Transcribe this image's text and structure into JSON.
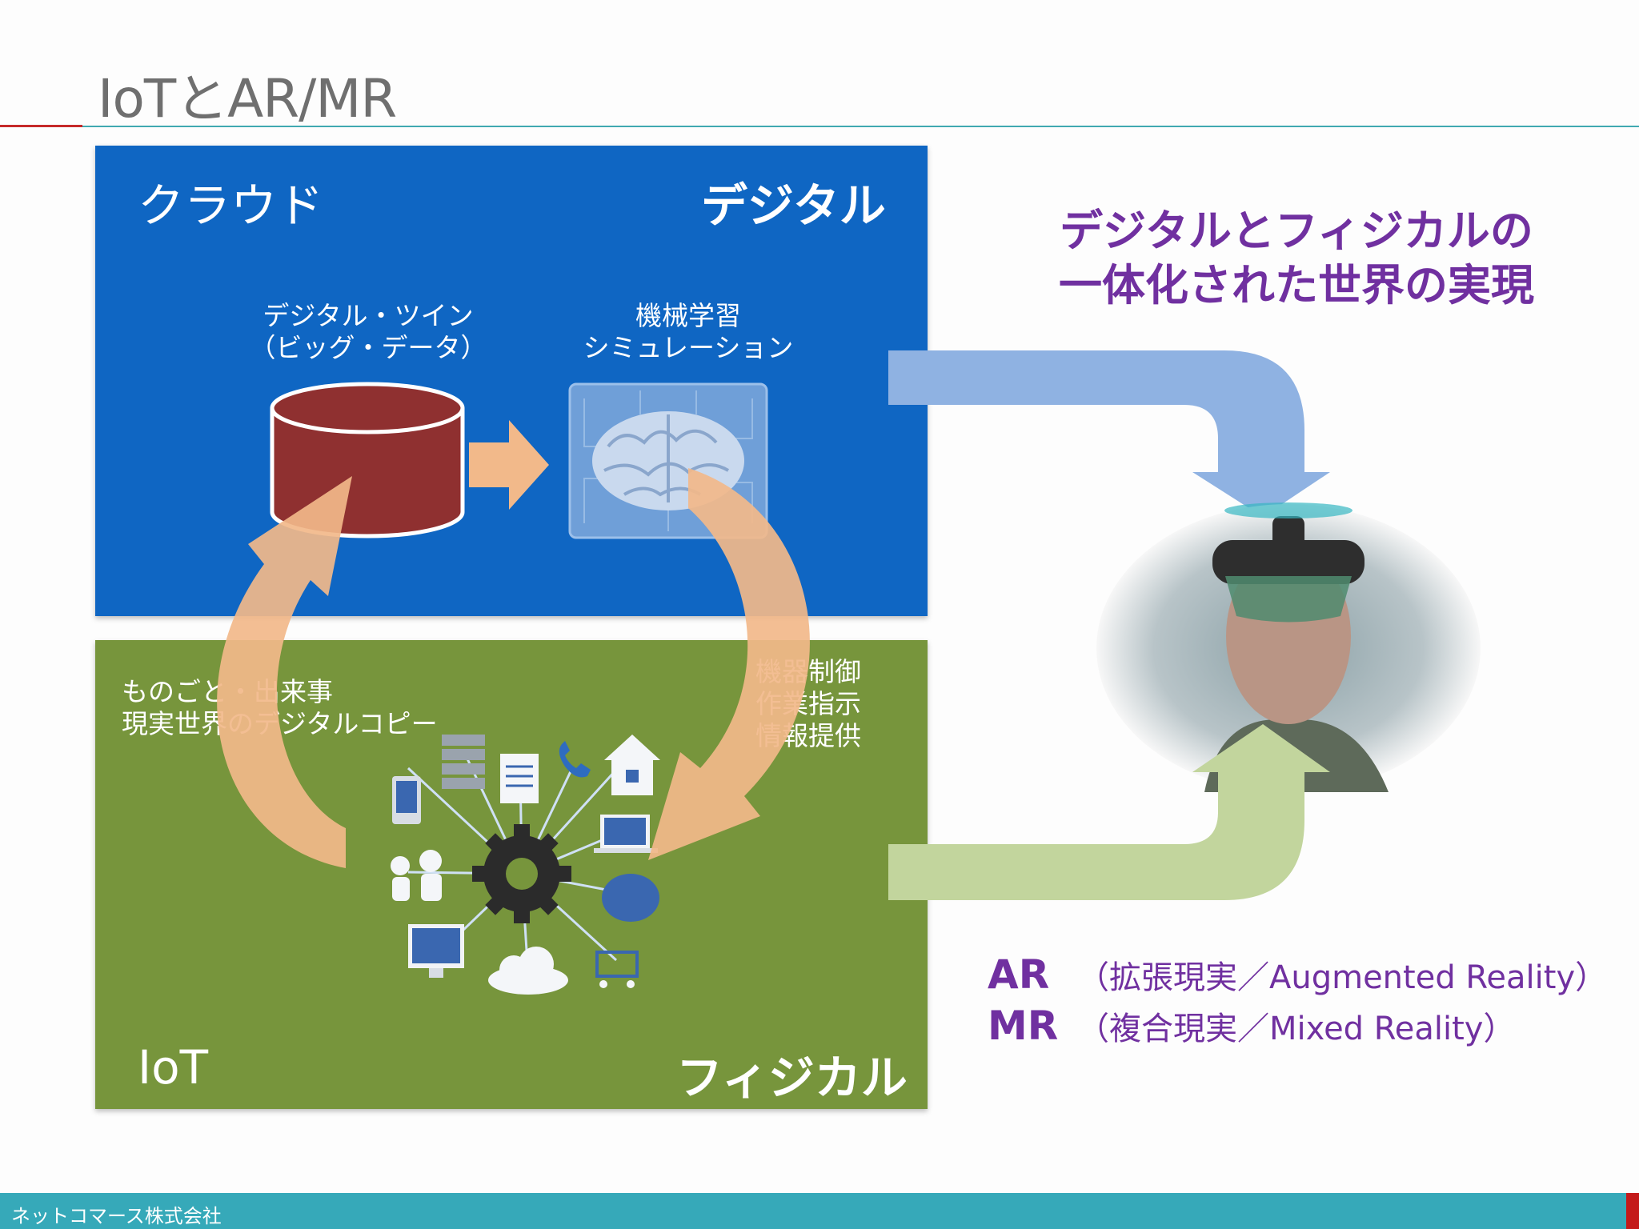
{
  "slide": {
    "title": "IoTとAR/MR"
  },
  "cloud_panel": {
    "left_label": "クラウド",
    "right_label": "デジタル",
    "twin_line1": "デジタル・ツイン",
    "twin_line2": "（ビッグ・データ）",
    "ml_line1": "機械学習",
    "ml_line2": "シミュレーション"
  },
  "iot_panel": {
    "left_label": "IoT",
    "right_label": "フィジカル",
    "things_line1": "ものごと・出来事",
    "things_line2": "現実世界のデジタルコピー",
    "control_line1": "機器制御",
    "control_line2": "作業指示",
    "control_line3": "情報提供"
  },
  "right": {
    "headline_line1": "デジタルとフィジカルの",
    "headline_line2": "一体化された世界の実現",
    "ar_abbr": "AR",
    "ar_desc": "（拡張現実／Augmented Reality）",
    "mr_abbr": "MR",
    "mr_desc": "（複合現実／Mixed Reality）"
  },
  "footer": {
    "company": "ネットコマース株式会社"
  },
  "colors": {
    "cloud_blue": "#0f66c3",
    "iot_green": "#77953c",
    "accent_purple": "#7030a0",
    "footer_teal": "#36a9b9",
    "database_red": "#8f3030",
    "cycle_arrow": "#f2b98a"
  }
}
